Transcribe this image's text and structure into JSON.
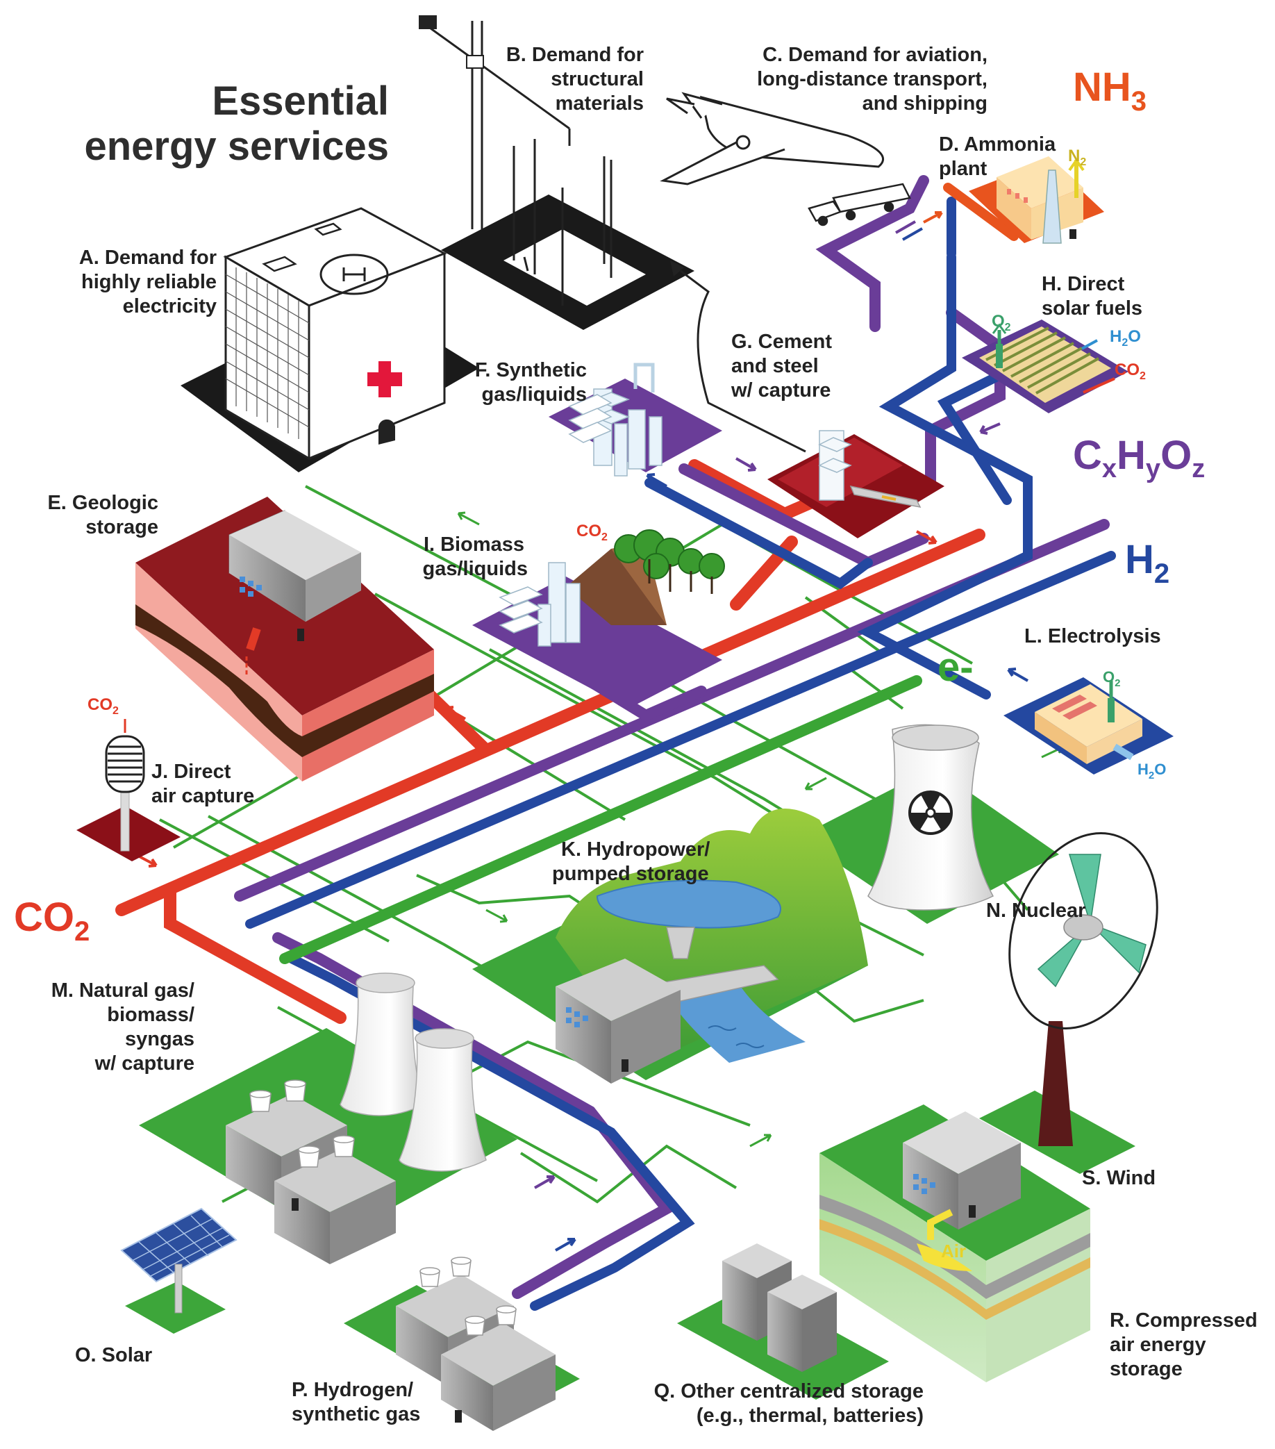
{
  "title": {
    "line1": "Essential",
    "line2": "energy services"
  },
  "colors": {
    "co2": "#e23a26",
    "hydrocarbon": "#6a3d98",
    "h2": "#2448a0",
    "electricity": "#3aa535",
    "ammonia": "#e8541e",
    "ground_green": "#3da63a",
    "water": "#5b9bd5"
  },
  "carriers": {
    "nh3": {
      "base": "NH",
      "sub": "3"
    },
    "cxhyoz": {
      "c": "C",
      "x": "x",
      "h": "H",
      "y": "y",
      "o": "O",
      "z": "z"
    },
    "h2": {
      "base": "H",
      "sub": "2"
    },
    "electricity": {
      "label": "e-"
    },
    "co2": {
      "base": "CO",
      "sub": "2"
    }
  },
  "nodes": {
    "A": {
      "line1": "A. Demand for",
      "line2": "highly reliable",
      "line3": "electricity"
    },
    "B": {
      "line1": "B. Demand for",
      "line2": "structural",
      "line3": "materials"
    },
    "C": {
      "line1": "C. Demand for aviation,",
      "line2": "long-distance transport,",
      "line3": "and shipping"
    },
    "D": {
      "line1": "D. Ammonia",
      "line2": "plant"
    },
    "E": {
      "line1": "E. Geologic",
      "line2": "storage"
    },
    "F": {
      "line1": "F. Synthetic",
      "line2": "gas/liquids"
    },
    "G": {
      "line1": "G. Cement",
      "line2": "and steel",
      "line3": "w/ capture"
    },
    "H": {
      "line1": "H. Direct",
      "line2": "solar fuels"
    },
    "I": {
      "line1": "I. Biomass",
      "line2": "gas/liquids"
    },
    "J": {
      "line1": "J. Direct",
      "line2": "air capture"
    },
    "K": {
      "line1": "K. Hydropower/",
      "line2": "pumped storage"
    },
    "L": {
      "line1": "L. Electrolysis"
    },
    "M": {
      "line1": "M. Natural gas/",
      "line2": "biomass/",
      "line3": "syngas",
      "line4": "w/ capture"
    },
    "N": {
      "line1": "N. Nuclear"
    },
    "O": {
      "line1": "O. Solar"
    },
    "P": {
      "line1": "P. Hydrogen/",
      "line2": "synthetic gas"
    },
    "Q": {
      "line1": "Q. Other centralized storage",
      "line2": "(e.g., thermal, batteries)"
    },
    "R": {
      "line1": "R. Compressed",
      "line2": "air energy",
      "line3": "storage"
    },
    "S": {
      "line1": "S. Wind"
    }
  },
  "annotations": {
    "n2": {
      "base": "N",
      "sub": "2"
    },
    "o2": {
      "base": "O",
      "sub": "2"
    },
    "h2o": {
      "base": "H",
      "sub": "2",
      "tail": "O"
    },
    "co2": {
      "base": "CO",
      "sub": "2"
    },
    "air": "Air"
  }
}
